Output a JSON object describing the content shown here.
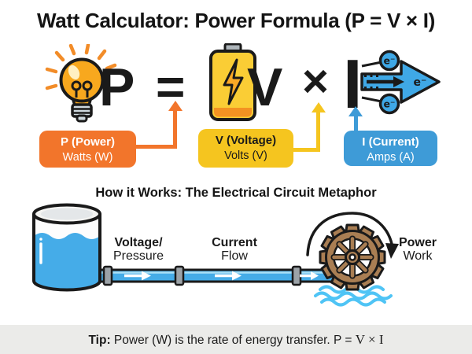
{
  "title": "Watt Calculator: Power Formula (P = V × I)",
  "formula": {
    "p": "P",
    "equals": "=",
    "v": "V",
    "times": "×",
    "i": "I",
    "electron_label": "e⁻"
  },
  "legend": {
    "power": {
      "line1": "P (Power)",
      "line2": "Watts (W)",
      "color": "#F2752B"
    },
    "voltage": {
      "line1": "V (Voltage)",
      "line2": "Volts (V)",
      "color": "#F5C51F"
    },
    "current": {
      "line1": "I (Current)",
      "line2": "Amps (A)",
      "color": "#3E9BD7"
    }
  },
  "metaphor": {
    "heading": "How it Works: The Electrical Circuit Metaphor",
    "labels": {
      "voltage": {
        "line1": "Voltage/",
        "line2": "Pressure"
      },
      "current": {
        "line1": "Current",
        "line2": "Flow"
      },
      "power": {
        "line1": "Power",
        "line2": "Work"
      }
    }
  },
  "tip": {
    "label": "Tip:",
    "text": "Power (W) is the rate of energy transfer.",
    "formula_prefix": "P =",
    "formula_math": "V × I"
  },
  "colors": {
    "power_orange": "#F2752B",
    "voltage_yellow": "#F5C51F",
    "current_blue": "#3E9BD7",
    "water_blue": "#45ACE8",
    "wave_blue": "#4FC4F5",
    "wheel_brown": "#A97E53",
    "tip_bar_gray": "#EBEBE9"
  }
}
